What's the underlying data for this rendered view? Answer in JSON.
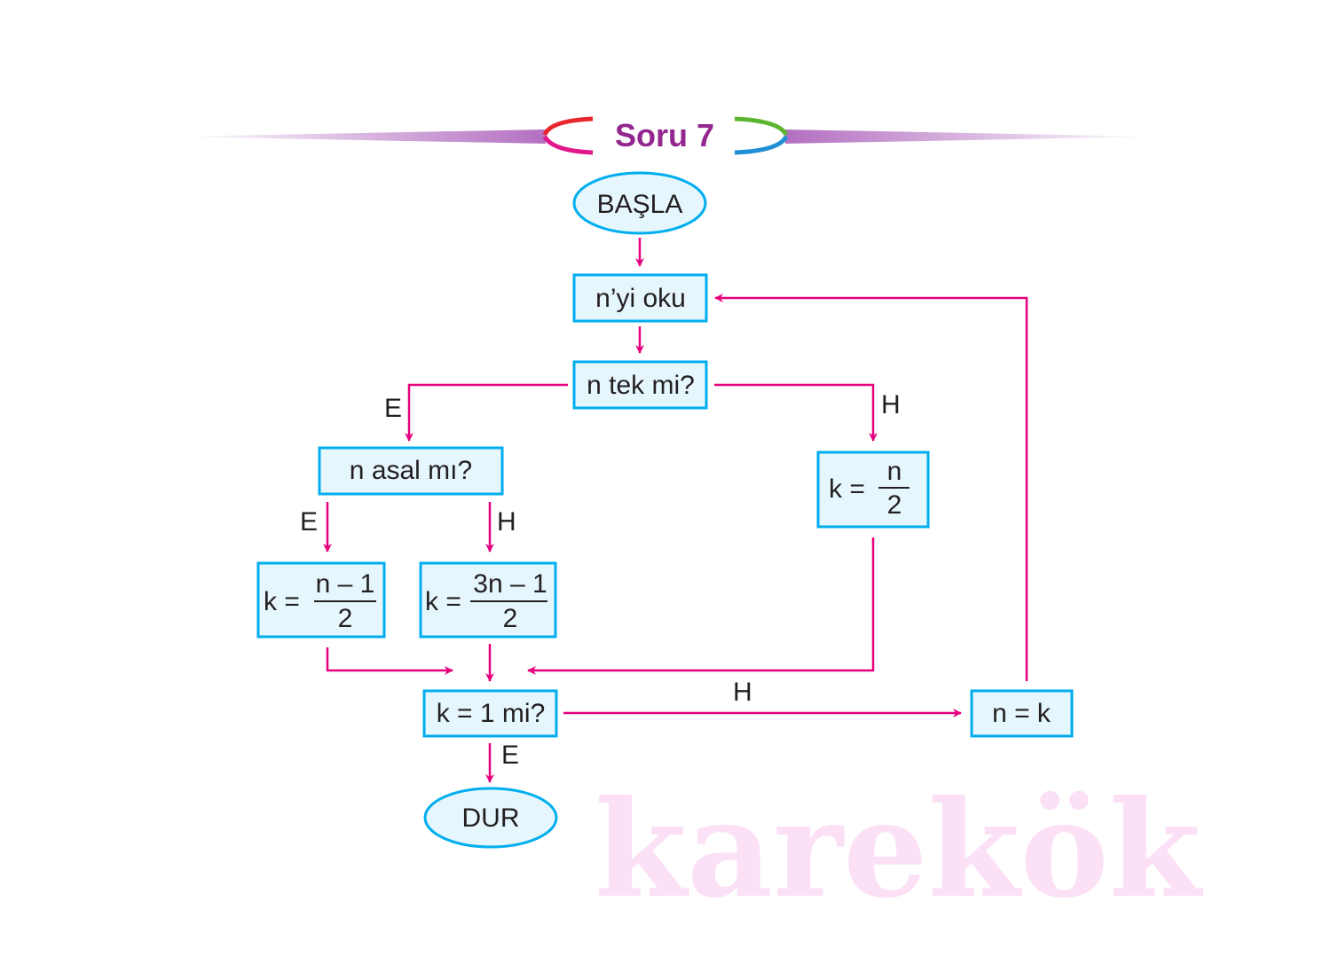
{
  "title": "Soru 7",
  "watermark": "karekök",
  "colors": {
    "node_border": "#00aeef",
    "node_fill": "#e6f6fd",
    "arrow": "#e6007e",
    "title": "#93278f"
  },
  "nodes": {
    "start": "BAŞLA",
    "read": "n’yi oku",
    "is_odd": "n tek mi?",
    "is_prime": "n asal mı?",
    "k_prime": {
      "lhs": "k =",
      "num": "n – 1",
      "den": "2"
    },
    "k_nonprime": {
      "lhs": "k =",
      "num": "3n – 1",
      "den": "2"
    },
    "k_even": {
      "lhs": "k =",
      "num": "n",
      "den": "2"
    },
    "is_one": "k = 1 mi?",
    "assign": "n = k",
    "end": "DUR"
  },
  "labels": {
    "yes": "E",
    "no": "H"
  }
}
